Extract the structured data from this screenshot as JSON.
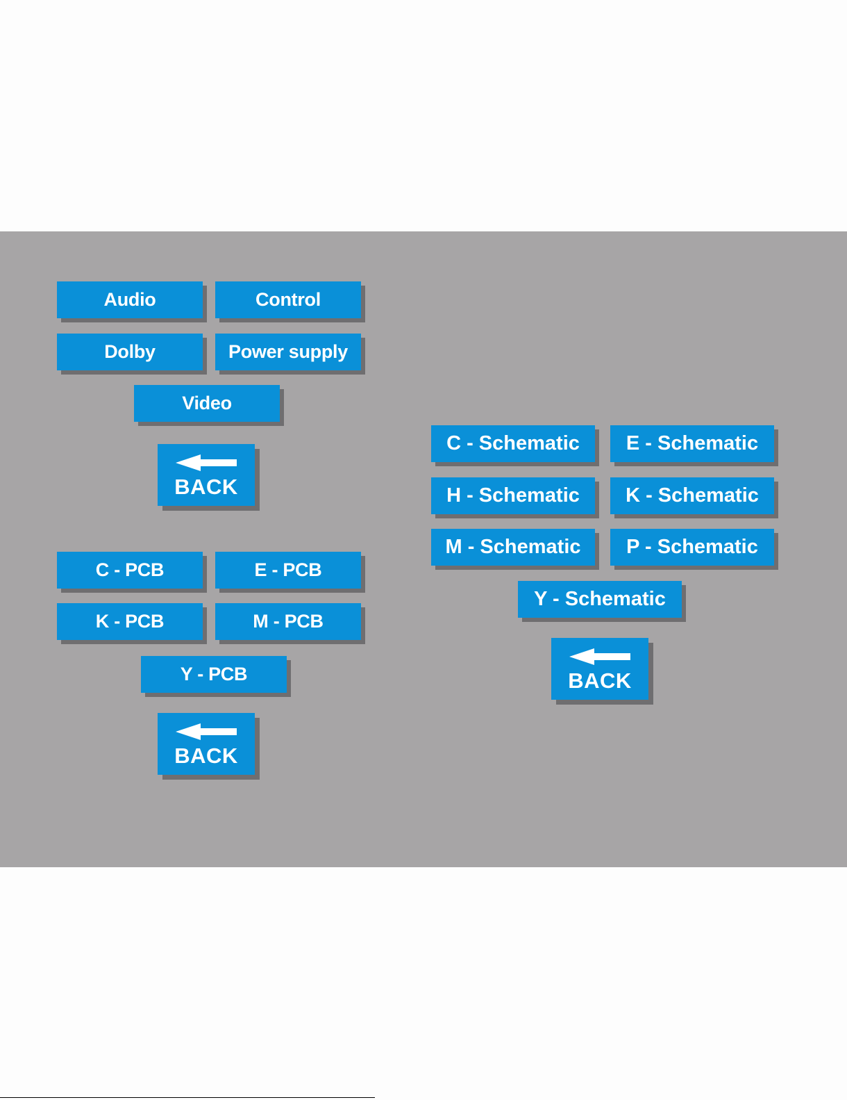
{
  "colors": {
    "page_background": "#fdfdfd",
    "panel_background": "#a7a5a6",
    "button_background": "#0a90d8",
    "button_text": "#ffffff",
    "button_shadow": "#6f6e70"
  },
  "board_menu": {
    "audio": "Audio",
    "control": "Control",
    "dolby": "Dolby",
    "power_supply": "Power supply",
    "video": "Video",
    "back": {
      "label": "BACK",
      "icon": "left-arrow-icon"
    }
  },
  "pcb_menu": {
    "c": "C - PCB",
    "e": "E - PCB",
    "k": "K - PCB",
    "m": "M - PCB",
    "y": "Y - PCB",
    "back": {
      "label": "BACK",
      "icon": "left-arrow-icon"
    }
  },
  "schematic_menu": {
    "c": "C - Schematic",
    "e": "E - Schematic",
    "h": "H - Schematic",
    "k": "K - Schematic",
    "m": "M - Schematic",
    "p": "P - Schematic",
    "y": "Y - Schematic",
    "back": {
      "label": "BACK",
      "icon": "left-arrow-icon"
    }
  }
}
